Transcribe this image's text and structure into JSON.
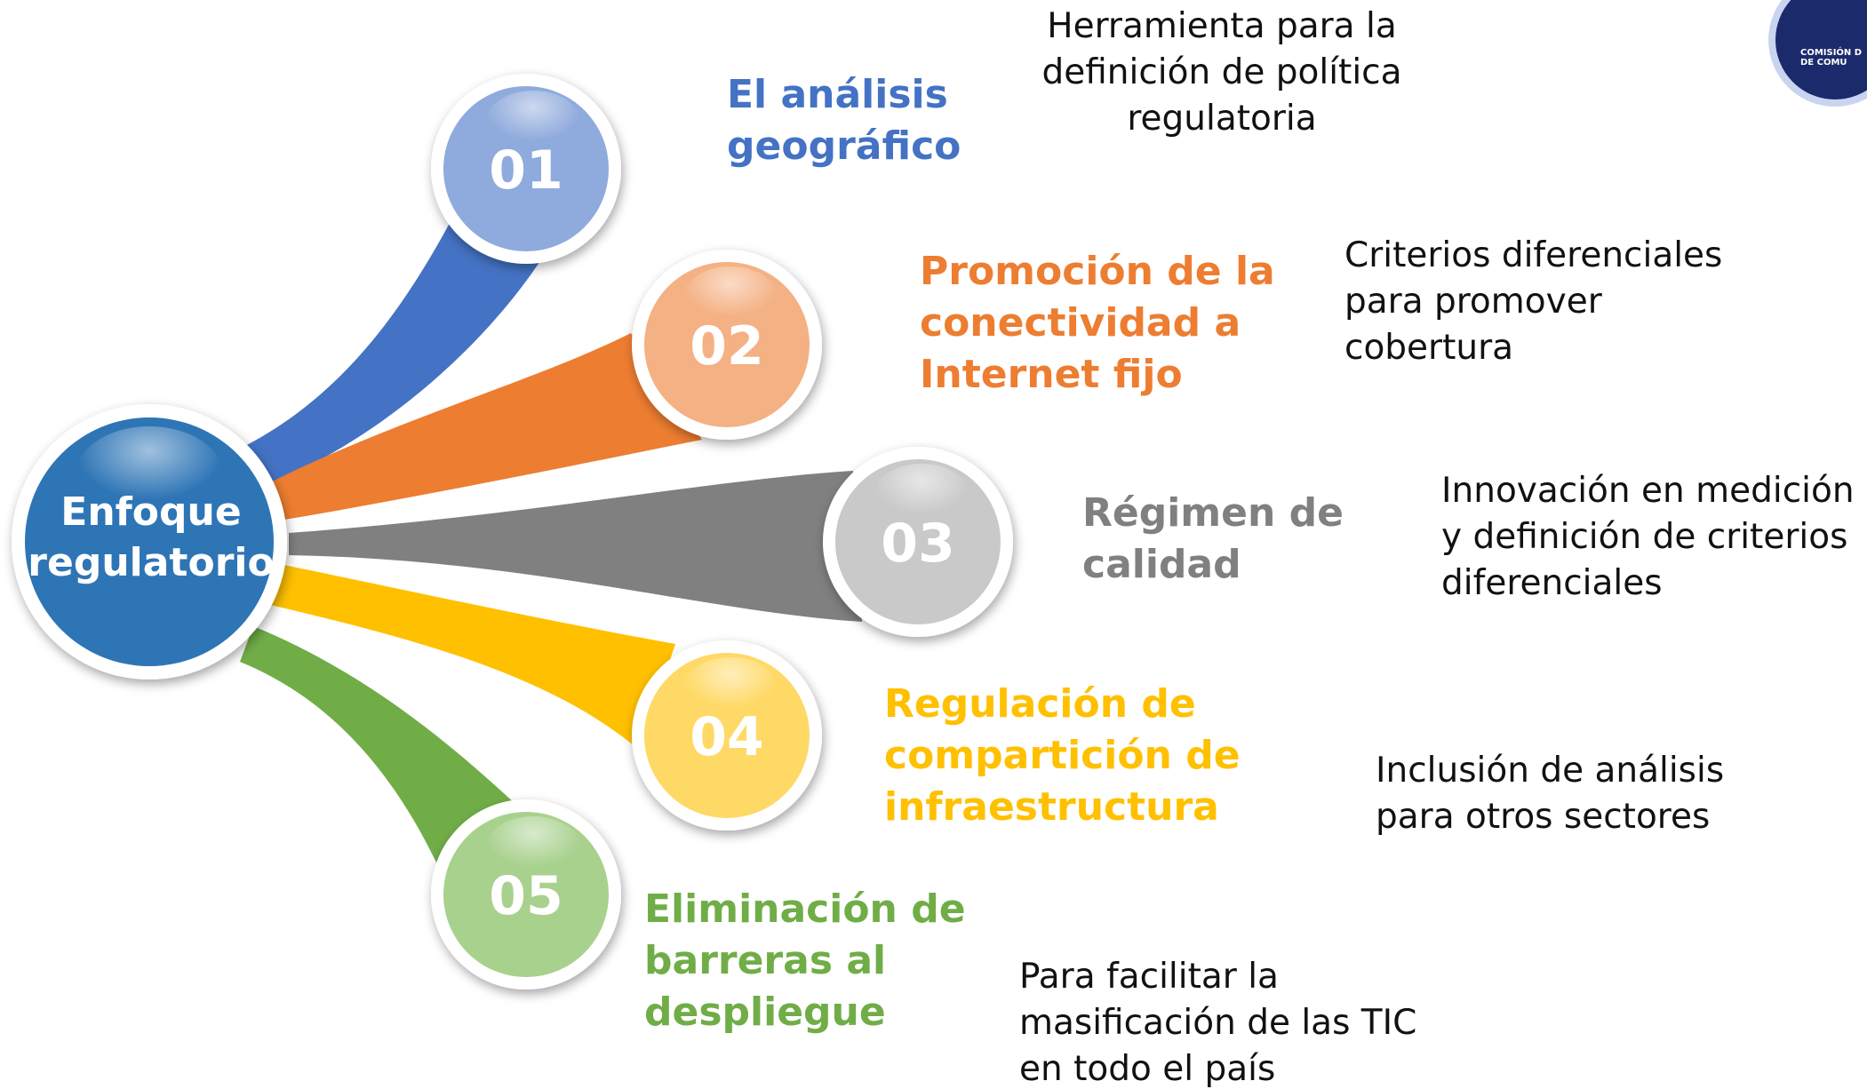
{
  "center": {
    "lines": [
      "Enfoque",
      "regulatorio"
    ],
    "color": "#2e75b6"
  },
  "items": [
    {
      "number": "01",
      "title_lines": [
        "El análisis",
        "geográfico"
      ],
      "desc_lines": [
        "Herramienta para la",
        "definición de política",
        "regulatoria"
      ],
      "color": "#4472c4",
      "light": "#8faadc"
    },
    {
      "number": "02",
      "title_lines": [
        "Promoción de la",
        "conectividad a",
        "Internet fijo"
      ],
      "desc_lines": [
        "Criterios diferenciales",
        "para promover",
        "cobertura"
      ],
      "color": "#ed7d31",
      "light": "#f4b183"
    },
    {
      "number": "03",
      "title_lines": [
        "Régimen de",
        "calidad"
      ],
      "desc_lines": [
        "Innovación en medición",
        "y definición de criterios",
        "diferenciales"
      ],
      "color": "#808080",
      "light": "#c9c9c9"
    },
    {
      "number": "04",
      "title_lines": [
        "Regulación de",
        "compartición de",
        "infraestructura"
      ],
      "desc_lines": [
        "Inclusión de análisis",
        "para otros sectores"
      ],
      "color": "#ffc000",
      "light": "#ffd966"
    },
    {
      "number": "05",
      "title_lines": [
        "Eliminación de",
        "barreras al",
        "despliegue"
      ],
      "desc_lines": [
        "Para facilitar la",
        "masificación de las TIC",
        "en todo el país"
      ],
      "color": "#70ad47",
      "light": "#a9d18e"
    }
  ],
  "logo": {
    "lines": [
      "COMISIÓN D",
      "DE COMU"
    ],
    "color": "#1b2a6b"
  }
}
